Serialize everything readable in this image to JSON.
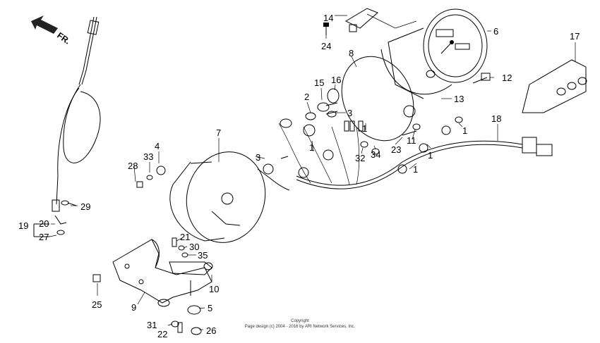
{
  "direction_label": "FR.",
  "callouts": [
    "1",
    "1",
    "1",
    "1",
    "1",
    "2",
    "3",
    "3",
    "4",
    "5",
    "6",
    "7",
    "8",
    "9",
    "10",
    "11",
    "12",
    "13",
    "14",
    "15",
    "16",
    "17",
    "18",
    "19",
    "20",
    "21",
    "22",
    "23",
    "24",
    "25",
    "26",
    "27",
    "28",
    "29",
    "30",
    "31",
    "32",
    "33",
    "34",
    "35"
  ],
  "copyright": {
    "line1": "Copyright",
    "line2": "Page design (c) 2004 - 2016 by ARI Network Services, Inc."
  }
}
